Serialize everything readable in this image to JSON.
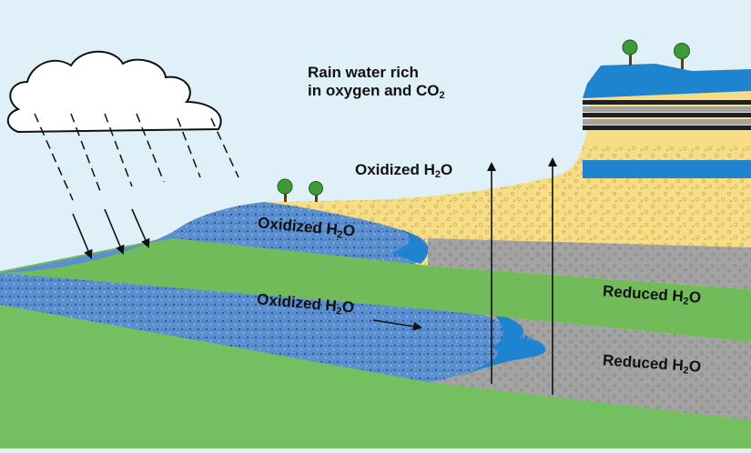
{
  "colors": {
    "sky": "#dff0f8",
    "oxidized_water": "#5b8fd0",
    "sand": "#f6dd86",
    "reduced_zone": "#a3a3a3",
    "confining_green": "#72bb5a",
    "base_green": "#74c061",
    "dark_stripe": "#1f1f1f",
    "bright_blue": "#1f84cf"
  },
  "labels": {
    "rain_line1": "Rain water rich",
    "rain_line2": "in oxygen and CO",
    "rain_sub": "2",
    "ox_sky_main": "Oxidized H",
    "ox_sky_sub": "2",
    "ox_sky_tail": "O",
    "ox_upper_main": "Oxidized H",
    "ox_upper_sub": "2",
    "ox_upper_tail": "O",
    "ox_lower_main": "Oxidized H",
    "ox_lower_sub": "2",
    "ox_lower_tail": "O",
    "red_upper_main": "Reduced H",
    "red_upper_sub": "2",
    "red_upper_tail": "O",
    "red_lower_main": "Reduced H",
    "red_lower_sub": "2",
    "red_lower_tail": "O"
  },
  "icons": [
    "cloud-icon",
    "tree-icon",
    "rain-streak",
    "flow-arrow"
  ]
}
